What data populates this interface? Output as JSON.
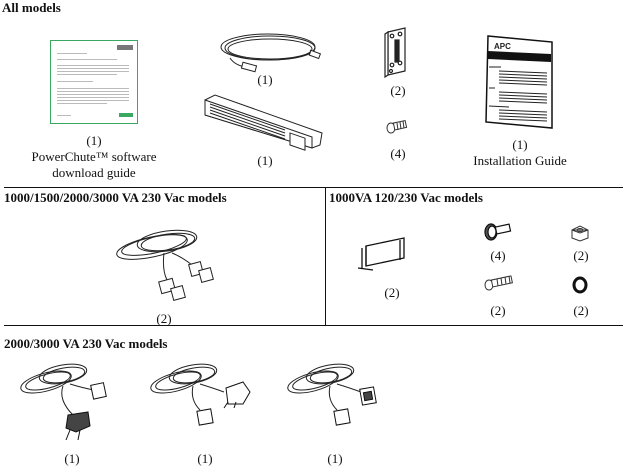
{
  "sections": {
    "all_models": {
      "title": "All models",
      "items": [
        {
          "name": "PowerChute software download guide",
          "qty": "(1)",
          "caption_line1": "PowerChute™ software",
          "caption_line2": "download guide",
          "icon": "document-card-icon"
        },
        {
          "name": "USB cable",
          "qty": "(1)",
          "icon": "usb-cable-icon"
        },
        {
          "name": "Front bezel",
          "qty": "(1)",
          "icon": "bezel-icon"
        },
        {
          "name": "Mounting bracket",
          "qty": "(2)",
          "icon": "bracket-icon"
        },
        {
          "name": "Screw",
          "qty": "(4)",
          "icon": "screw-icon"
        },
        {
          "name": "Installation Guide",
          "qty": "(1)",
          "caption": "Installation Guide",
          "icon": "manual-icon",
          "brand": "APC"
        }
      ]
    },
    "section_230": {
      "title": "1000/1500/2000/3000 VA 230 Vac models",
      "items": [
        {
          "name": "Power cord",
          "qty": "(2)",
          "icon": "power-cord-icon"
        }
      ]
    },
    "section_1000va": {
      "title": "1000VA 120/230 Vac models",
      "items": [
        {
          "name": "Rail bracket",
          "qty": "(2)",
          "icon": "rail-bracket-icon"
        },
        {
          "name": "Washer screw",
          "qty": "(4)",
          "icon": "washer-screw-icon"
        },
        {
          "name": "Cage nut",
          "qty": "(2)",
          "icon": "cage-nut-icon"
        },
        {
          "name": "Long screw",
          "qty": "(2)",
          "icon": "screw-icon"
        },
        {
          "name": "Washer",
          "qty": "(2)",
          "icon": "washer-icon"
        }
      ]
    },
    "section_2000_3000": {
      "title": "2000/3000 VA 230 Vac models",
      "items": [
        {
          "name": "Power cord Schuko",
          "qty": "(1)",
          "icon": "power-cord-schuko-icon"
        },
        {
          "name": "Power cord UK",
          "qty": "(1)",
          "icon": "power-cord-uk-icon"
        },
        {
          "name": "Power cord IEC",
          "qty": "(1)",
          "icon": "power-cord-iec-icon"
        }
      ]
    }
  },
  "colors": {
    "guide_border": "#3aa860",
    "line": "#111111"
  }
}
